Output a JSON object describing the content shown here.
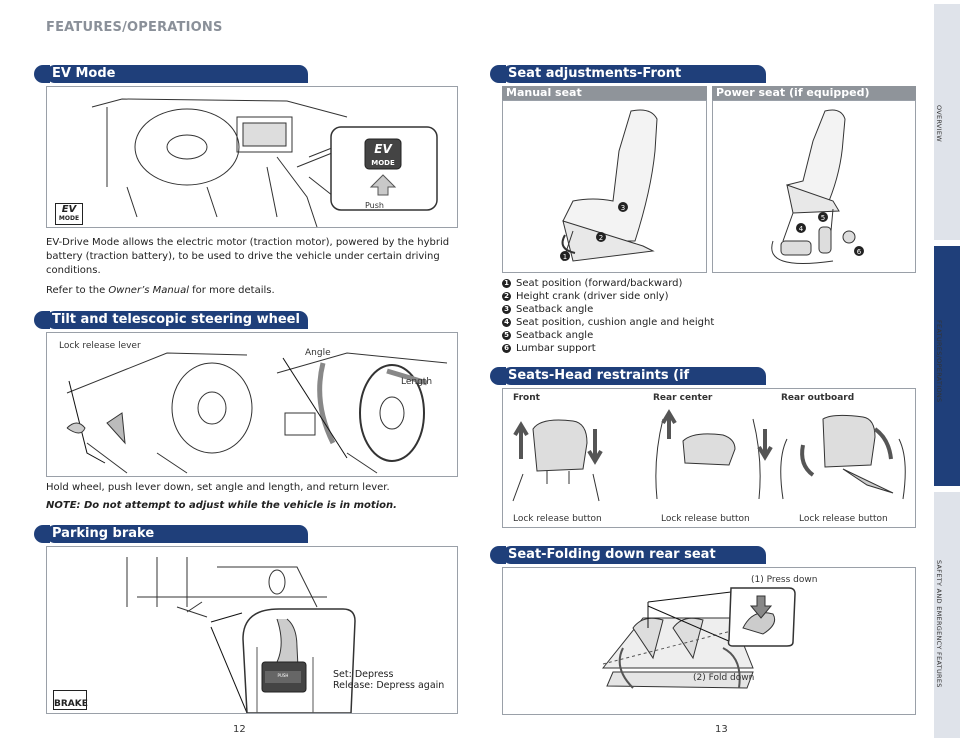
{
  "header": {
    "title": "FEATURES/OPERATIONS"
  },
  "sections": {
    "ev_mode": {
      "title": "EV Mode",
      "push_label": "Push",
      "icon_ev": "EV",
      "icon_mode": "MODE",
      "body1": "EV-Drive Mode allows the electric motor (traction motor), powered by the hybrid battery (traction battery), to be used to drive the vehicle under certain driving conditions.",
      "body2_prefix": "Refer to the ",
      "body2_italic": "Owner’s Manual",
      "body2_suffix": " for more details."
    },
    "tilt": {
      "title": "Tilt and telescopic steering wheel",
      "lock_release_lever": "Lock release lever",
      "angle": "Angle",
      "length": "Length",
      "body": "Hold wheel, push lever down, set angle and length, and return lever.",
      "note": "NOTE: Do not attempt to adjust while the vehicle is in motion."
    },
    "parking": {
      "title": "Parking brake",
      "set": "Set: Depress",
      "release": "Release: Depress again",
      "brake_icon": "BRAKE"
    },
    "seat_front": {
      "title": "Seat adjustments-Front",
      "manual_tab": "Manual seat",
      "power_tab": "Power seat (if equipped)",
      "items": [
        {
          "num": "1",
          "text": "Seat position (forward/backward)"
        },
        {
          "num": "2",
          "text": "Height crank (driver side only)"
        },
        {
          "num": "3",
          "text": "Seatback angle"
        },
        {
          "num": "4",
          "text": "Seat position, cushion angle and height"
        },
        {
          "num": "5",
          "text": "Seatback angle"
        },
        {
          "num": "6",
          "text": "Lumbar support"
        }
      ]
    },
    "head": {
      "title": "Seats-Head restraints (if equipped)",
      "front": "Front",
      "rear_center": "Rear center",
      "rear_outboard": "Rear outboard",
      "lock1": "Lock release button",
      "lock2": "Lock release button",
      "lock3": "Lock release button"
    },
    "fold": {
      "title": "Seat-Folding down rear seat",
      "press": "(1) Press down",
      "fold": "(2) Fold down"
    }
  },
  "sidebar": {
    "overview": "OVERVIEW",
    "features": "FEATURES/OPERATIONS",
    "safety": "SAFETY AND EMERGENCY FEATURES"
  },
  "footer": {
    "left_page": "12",
    "right_page": "13"
  },
  "colors": {
    "banner": "#1f3f7a",
    "subtab": "#8f949a",
    "frame": "#9aa0a8"
  }
}
